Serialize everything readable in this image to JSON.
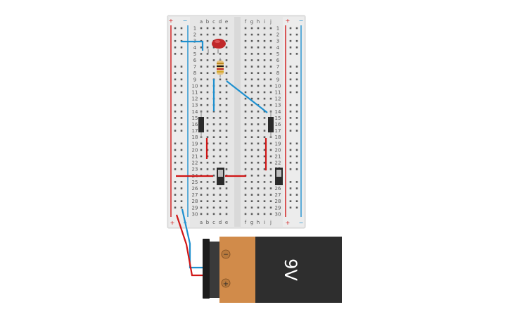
{
  "breadboard": {
    "columns_left": [
      "a",
      "b",
      "c",
      "d",
      "e"
    ],
    "columns_right": [
      "f",
      "g",
      "h",
      "i",
      "j"
    ],
    "rows": 30,
    "rail_plus": "+",
    "rail_minus": "−",
    "colors": {
      "board": "#e6e6e6",
      "hole": "#5a5a5a",
      "rail_red": "#d01616",
      "rail_blue": "#1e90cf"
    }
  },
  "components": {
    "led": {
      "name": "LED",
      "color": "#c0282a"
    },
    "resistor": {
      "body": "#e5c27e",
      "bands": [
        "#b8861b",
        "#1a1a1a",
        "#b8861b",
        "#d4a82c"
      ]
    },
    "switch_left": {
      "name": "slide switch"
    },
    "switch_right": {
      "name": "slide switch"
    },
    "pushbutton_left": {
      "name": "switch"
    },
    "pushbutton_right": {
      "name": "switch"
    }
  },
  "wires": {
    "blue": "#1e90cf",
    "red": "#d01616"
  },
  "battery": {
    "label": "9V",
    "minus_symbol": "−",
    "plus_symbol": "+",
    "colors": {
      "copper": "#d18b4a",
      "body": "#2e2e2e",
      "cap": "#1c1c1c"
    }
  }
}
